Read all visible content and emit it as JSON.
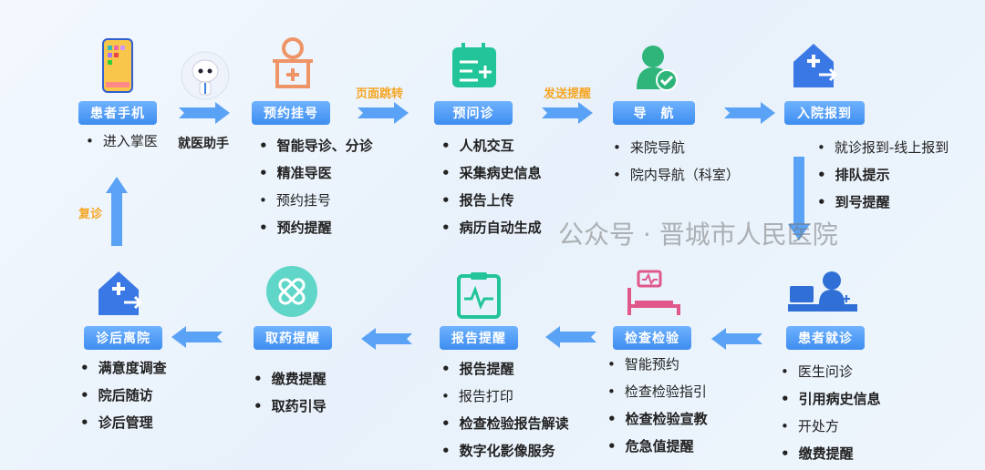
{
  "steps_top": [
    {
      "label": "患者手机",
      "items": [
        {
          "t": "进入掌医",
          "b": false
        }
      ]
    },
    {
      "label": "预约挂号",
      "items": [
        {
          "t": "智能导诊、分诊",
          "b": true
        },
        {
          "t": "精准导医",
          "b": true
        },
        {
          "t": "预约挂号",
          "b": false
        },
        {
          "t": "预约提醒",
          "b": true
        }
      ]
    },
    {
      "label": "预问诊",
      "items": [
        {
          "t": "人机交互",
          "b": true
        },
        {
          "t": "采集病史信息",
          "b": true
        },
        {
          "t": "报告上传",
          "b": true
        },
        {
          "t": "病历自动生成",
          "b": true
        }
      ]
    },
    {
      "label": "导　航",
      "items": [
        {
          "t": "来院导航",
          "b": false
        },
        {
          "t": "院内导航（科室）",
          "b": false
        }
      ]
    },
    {
      "label": "入院报到",
      "items": [
        {
          "t": "就诊报到-线上报到",
          "b": false
        },
        {
          "t": "排队提示",
          "b": true
        },
        {
          "t": "到号提醒",
          "b": true
        }
      ]
    }
  ],
  "steps_bottom": [
    {
      "label": "诊后离院",
      "items": [
        {
          "t": "满意度调查",
          "b": true
        },
        {
          "t": "院后随访",
          "b": true
        },
        {
          "t": "诊后管理",
          "b": true
        }
      ]
    },
    {
      "label": "取药提醒",
      "items": [
        {
          "t": "缴费提醒",
          "b": true
        },
        {
          "t": "取药引导",
          "b": true
        }
      ]
    },
    {
      "label": "报告提醒",
      "items": [
        {
          "t": "报告提醒",
          "b": true
        },
        {
          "t": "报告打印",
          "b": false
        },
        {
          "t": "检查检验报告解读",
          "b": true
        },
        {
          "t": "数字化影像服务",
          "b": true
        }
      ]
    },
    {
      "label": "检查检验",
      "items": [
        {
          "t": "智能预约",
          "b": false
        },
        {
          "t": "检查检验指引",
          "b": false
        },
        {
          "t": "检查检验宣教",
          "b": true
        },
        {
          "t": "危急值提醒",
          "b": true
        }
      ]
    },
    {
      "label": "患者就诊",
      "items": [
        {
          "t": "医生问诊",
          "b": false
        },
        {
          "t": "引用病史信息",
          "b": true
        },
        {
          "t": "开处方",
          "b": false
        },
        {
          "t": "缴费提醒",
          "b": true
        }
      ]
    }
  ],
  "assistant_label": "就医助手",
  "arrow_labels": {
    "page_jump": "页面跳转",
    "send_reminder": "发送提醒",
    "revisit": "复诊"
  },
  "watermark": "公众号 · 晋城市人民医院",
  "colors": {
    "pill": "#3d8df0",
    "arrow": "#5aa2f5",
    "label": "#f5a623"
  }
}
